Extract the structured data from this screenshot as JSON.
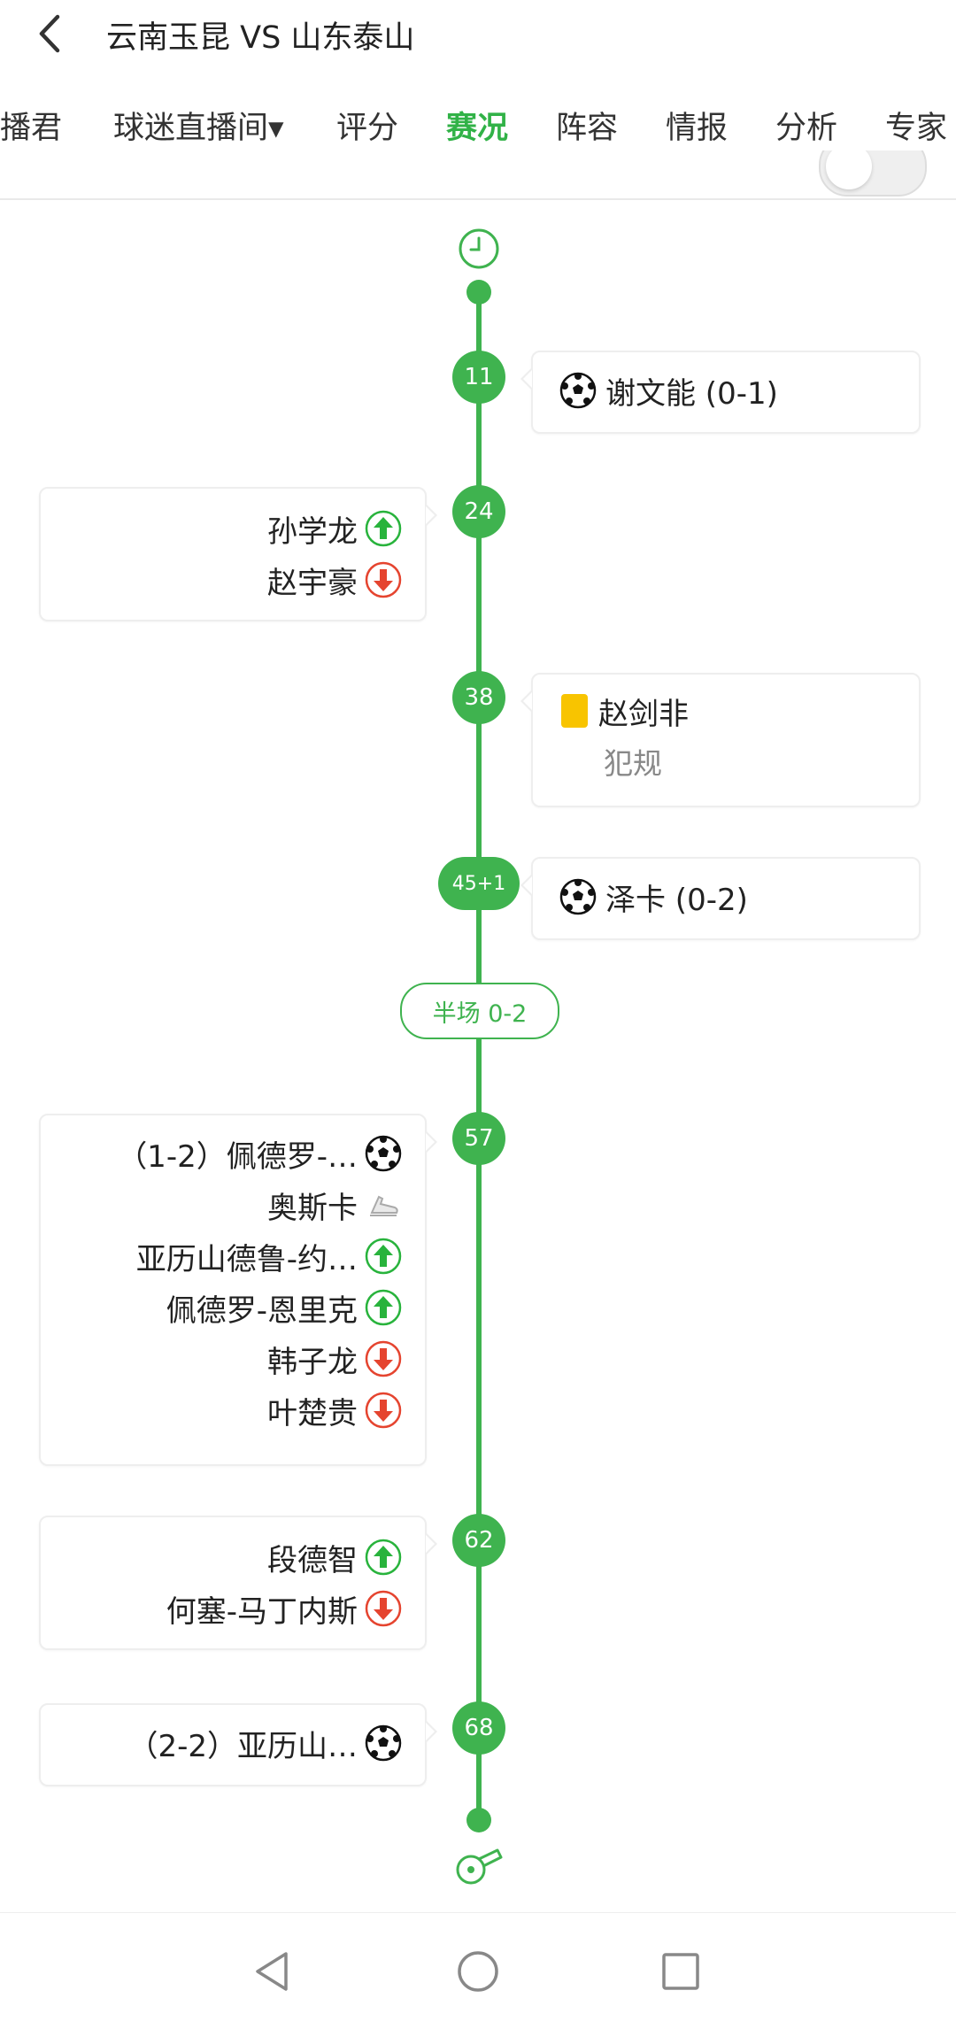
{
  "header": {
    "title": "云南玉昆 VS 山东泰山"
  },
  "tabs": [
    {
      "label": "播君"
    },
    {
      "label": "球迷直播间▾"
    },
    {
      "label": "评分"
    },
    {
      "label": "赛况"
    },
    {
      "label": "阵容"
    },
    {
      "label": "情报"
    },
    {
      "label": "分析"
    },
    {
      "label": "专家"
    }
  ],
  "events": {
    "e11": {
      "minute": "11",
      "goal": "谢文能 (0-1)"
    },
    "e24": {
      "minute": "24",
      "in": "孙学龙",
      "out": "赵宇豪"
    },
    "e38": {
      "minute": "38",
      "player": "赵剑非",
      "reason": "犯规"
    },
    "e45": {
      "minute": "45+1",
      "goal": "泽卡 (0-2)"
    },
    "half": {
      "text": "半场 0-2"
    },
    "e57": {
      "minute": "57",
      "goal": "（1-2）佩德罗-…",
      "assist": "奥斯卡",
      "in1": "亚历山德鲁-约…",
      "in2": "佩德罗-恩里克",
      "out1": "韩子龙",
      "out2": "叶楚贵"
    },
    "e62": {
      "minute": "62",
      "in": "段德智",
      "out": "何塞-马丁内斯"
    },
    "e68": {
      "minute": "68",
      "goal": "（2-2）亚历山…"
    }
  },
  "colors": {
    "accent": "#31b247",
    "in": "#28b33c",
    "out": "#e5442f",
    "yellow": "#f8c400"
  }
}
